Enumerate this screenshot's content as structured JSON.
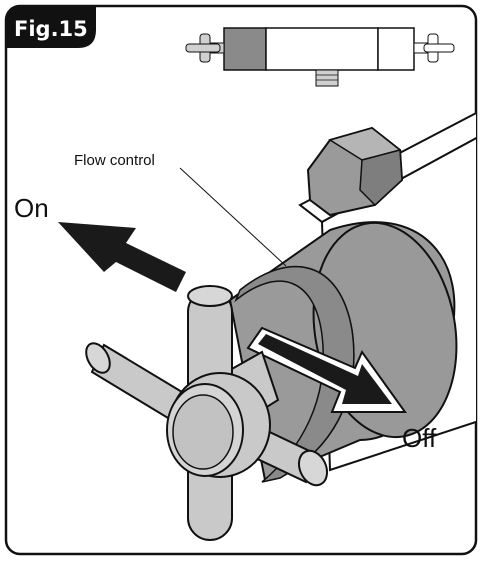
{
  "figure": {
    "tag": "Fig.15",
    "tag_color": "#111111",
    "frame_color": "#111111",
    "metal_fill": "#c9c9c9",
    "dark_fill": "#8a8a8a",
    "body_fill": "#9a9a9a"
  },
  "labels": {
    "flow_control": "Flow control",
    "on": "On",
    "off": "Off"
  },
  "icons": {
    "thumbnail": "shower-valve-thumbnail-icon",
    "arrow_on": "arrow-up-left-icon",
    "arrow_off": "arrow-down-right-icon"
  }
}
